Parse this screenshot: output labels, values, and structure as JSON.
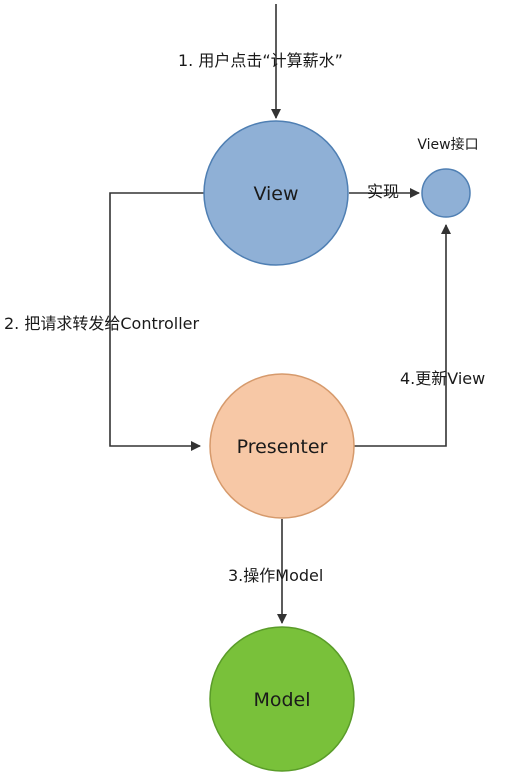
{
  "nodes": {
    "view": {
      "label": "View",
      "fill": "#8fb0d6",
      "stroke": "#4f7fb3"
    },
    "view_interface": {
      "label": "View接口",
      "fill": "#8fb0d6",
      "stroke": "#4f7fb3"
    },
    "presenter": {
      "label": "Presenter",
      "fill": "#f7c8a6",
      "stroke": "#d69a6c"
    },
    "model": {
      "label": "Model",
      "fill": "#79c13a",
      "stroke": "#5a9c29"
    }
  },
  "edges": {
    "user_click": "1. 用户点击“计算薪水”",
    "forward_to_controller": "2. 把请求转发给Controller",
    "operate_model": "3.操作Model",
    "update_view": "4.更新View",
    "implements": "实现"
  }
}
